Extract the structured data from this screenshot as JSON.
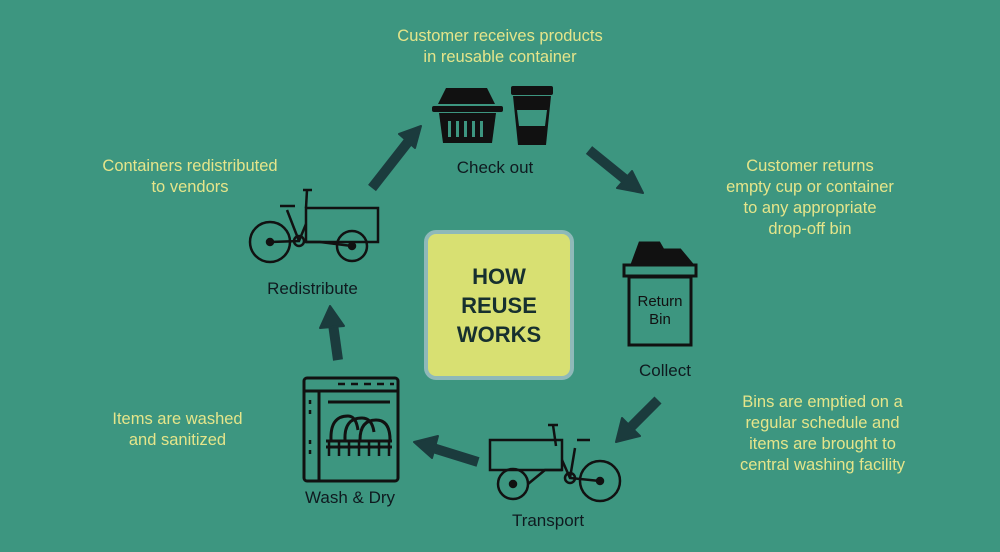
{
  "center": {
    "line1": "HOW",
    "line2": "REUSE",
    "line3": "WORKS"
  },
  "steps": [
    {
      "label": "Check out",
      "description": [
        "Customer receives products",
        "in reusable container"
      ]
    },
    {
      "label": "Collect",
      "description": [
        "Customer returns",
        "empty cup or container",
        "to any appropriate",
        "drop-off bin"
      ],
      "bin_text": [
        "Return",
        "Bin"
      ]
    },
    {
      "label": "Transport",
      "description": [
        "Bins are emptied on a",
        "regular schedule and",
        "items are brought to",
        "central washing facility"
      ]
    },
    {
      "label": "Wash & Dry",
      "description": [
        "Items are washed",
        "and sanitized"
      ]
    },
    {
      "label": "Redistribute",
      "description": [
        "Containers redistributed",
        "to vendors"
      ]
    }
  ],
  "colors": {
    "background": "#3d9680",
    "accent_text": "#e5e58a",
    "center_fill": "#d8e072",
    "center_border": "#8fb9b9",
    "arrow": "#1b3b3d",
    "icon": "#111111"
  }
}
